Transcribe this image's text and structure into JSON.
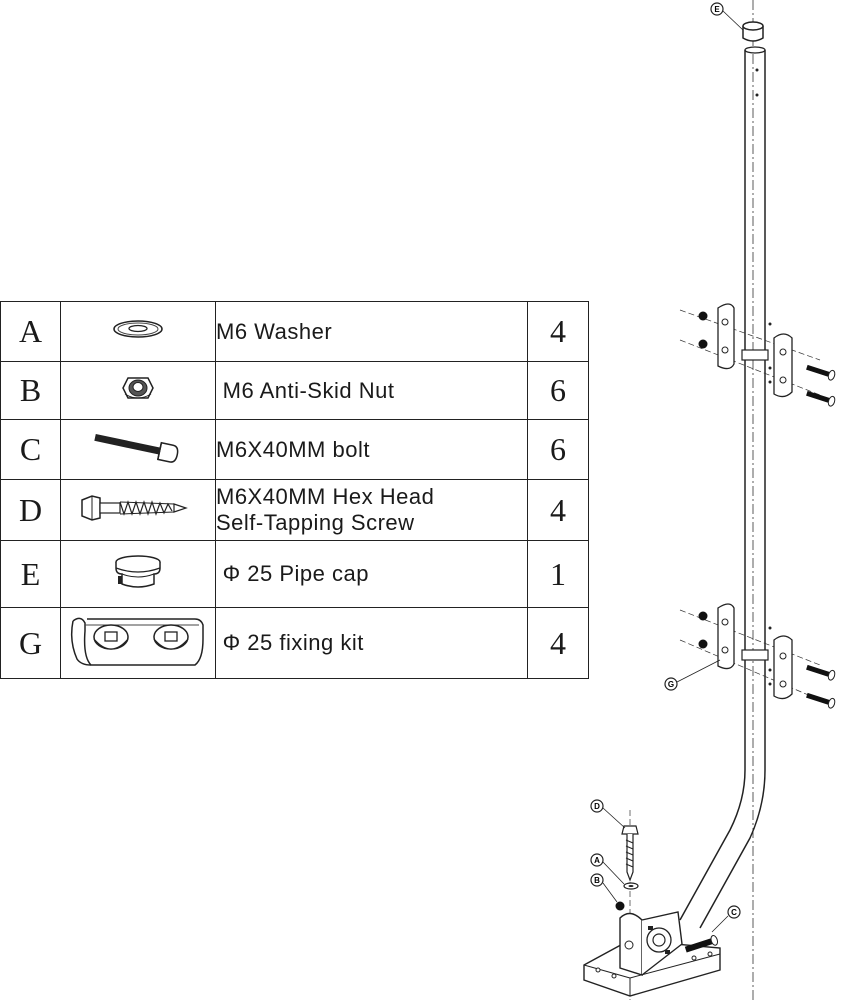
{
  "parts_table": {
    "rows": [
      {
        "letter": "A",
        "icon": "washer-icon",
        "name": "M6 Washer",
        "qty": "4"
      },
      {
        "letter": "B",
        "icon": "nut-icon",
        "name": " M6 Anti-Skid Nut",
        "qty": "6"
      },
      {
        "letter": "C",
        "icon": "bolt-icon",
        "name": "M6X40MM bolt",
        "qty": "6"
      },
      {
        "letter": "D",
        "icon": "screw-icon",
        "name_line1": "M6X40MM Hex Head",
        "name_line2": "Self-Tapping Screw",
        "qty": "4"
      },
      {
        "letter": "E",
        "icon": "pipe-cap-icon",
        "name": " Φ 25 Pipe cap",
        "qty": "1"
      },
      {
        "letter": "G",
        "icon": "fixing-kit-icon",
        "name": " Φ 25 fixing kit",
        "qty": "4"
      }
    ]
  },
  "assembly_callouts": {
    "E": "E",
    "G": "G",
    "D": "D",
    "A": "A",
    "B": "B",
    "C": "C"
  }
}
